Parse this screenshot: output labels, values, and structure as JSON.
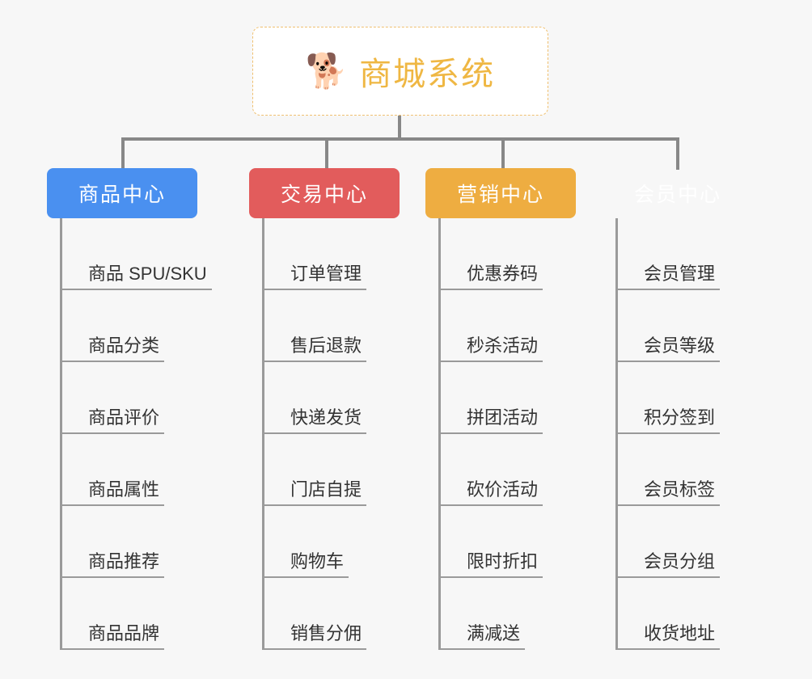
{
  "root": {
    "icon": "shiba-dog-face-icon",
    "emoji": "🐕",
    "title": "商城系统",
    "title_color": "#efb743",
    "border_color": "#f0c070",
    "background": "#ffffff"
  },
  "background_color": "#f7f7f7",
  "connector_color": "#888888",
  "columns": [
    {
      "id": "product-center",
      "label": "商品中心",
      "color": "#4a90f0",
      "items": [
        "商品 SPU/SKU",
        "商品分类",
        "商品评价",
        "商品属性",
        "商品推荐",
        "商品品牌"
      ]
    },
    {
      "id": "trade-center",
      "label": "交易中心",
      "color": "#e25c5c",
      "items": [
        "订单管理",
        "售后退款",
        "快递发货",
        "门店自提",
        "购物车",
        "销售分佣"
      ]
    },
    {
      "id": "marketing-center",
      "label": "营销中心",
      "color": "#eead41",
      "items": [
        "优惠券码",
        "秒杀活动",
        "拼团活动",
        "砍价活动",
        "限时折扣",
        "满减送"
      ]
    },
    {
      "id": "member-center",
      "label": "会员中心",
      "color": "#79c council",
      "items": [
        "会员管理",
        "会员等级",
        "积分签到",
        "会员标签",
        "会员分组",
        "收货地址"
      ]
    }
  ]
}
